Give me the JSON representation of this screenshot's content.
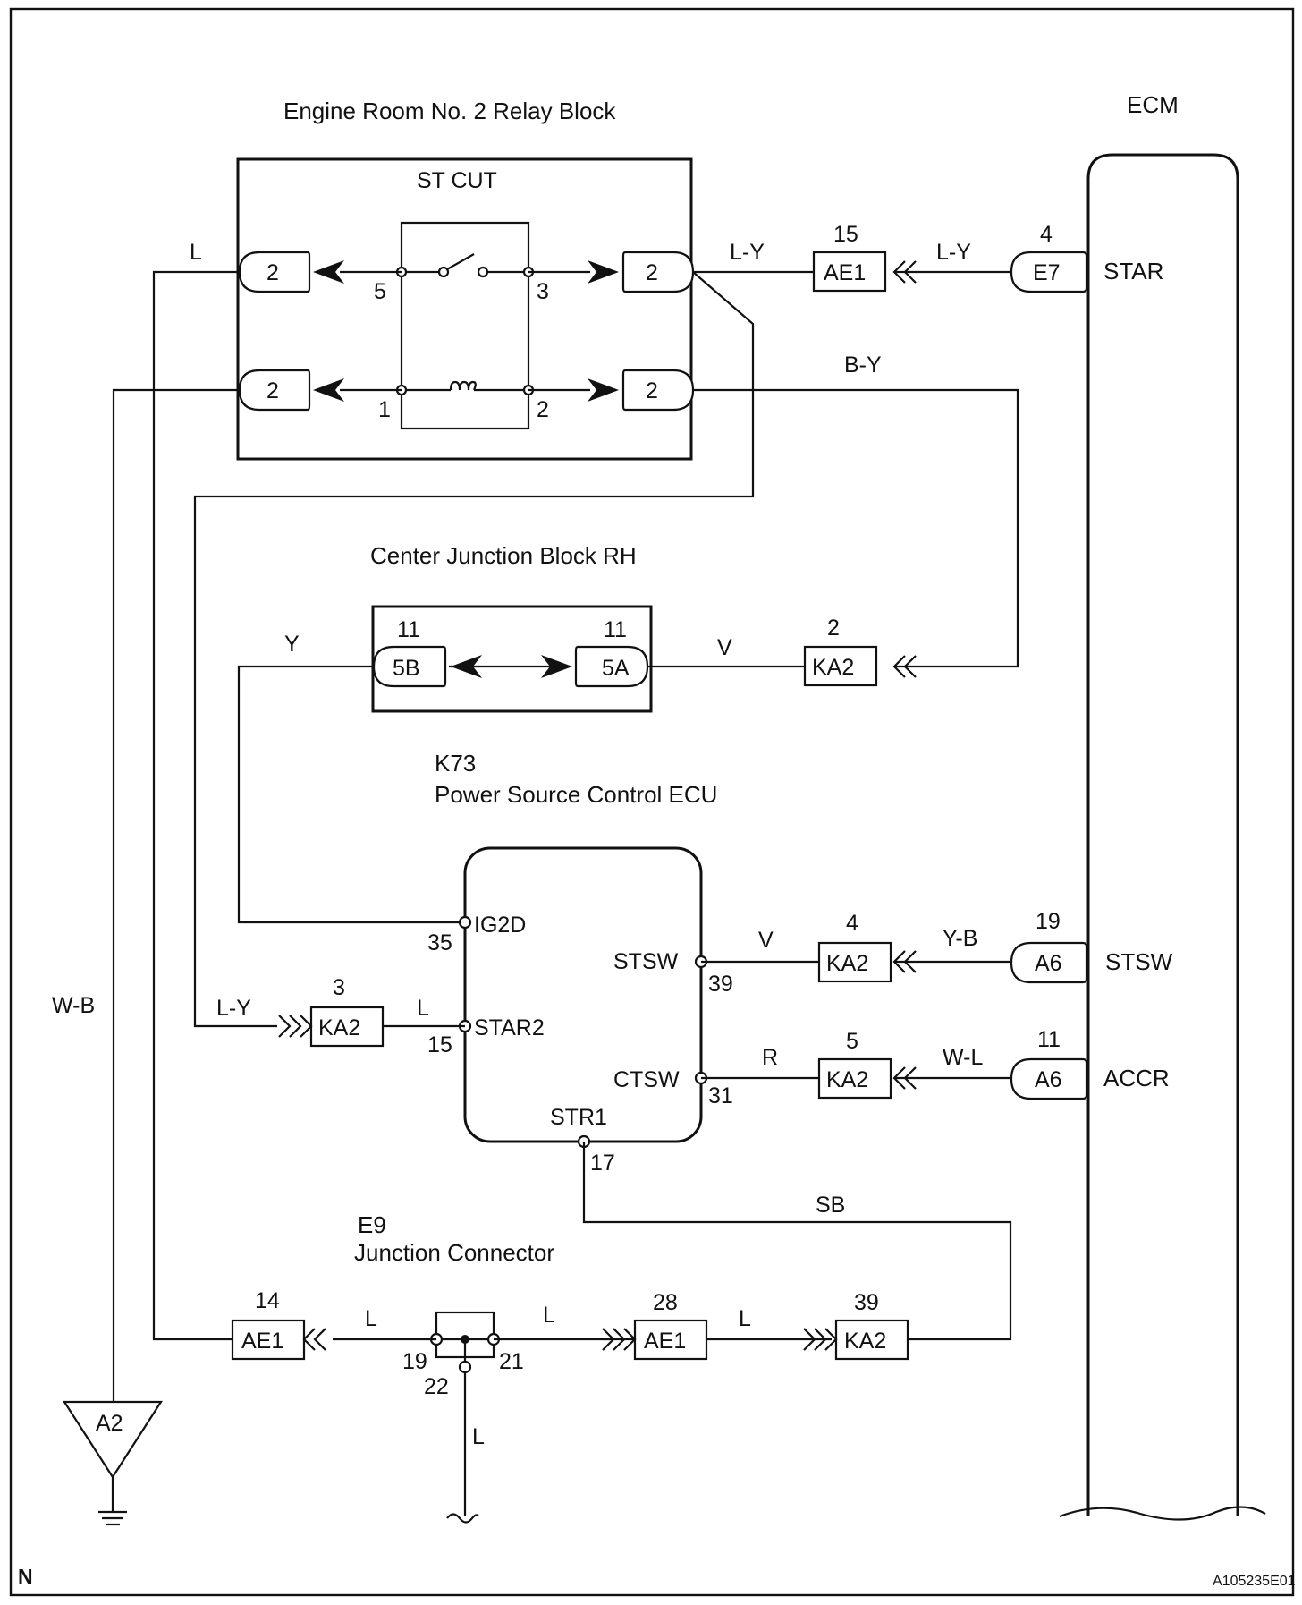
{
  "title_relay_block": "Engine Room No. 2 Relay Block",
  "title_ecm": "ECM",
  "title_st_cut": "ST CUT",
  "title_cjb": "Center Junction Block RH",
  "k73_code": "K73",
  "k73_name": "Power Source Control ECU",
  "e9_code": "E9",
  "e9_name": "Junction Connector",
  "relay_pins": {
    "p5": "5",
    "p3": "3",
    "p1": "1",
    "p2": "2"
  },
  "relay_connectors": {
    "tl": "2",
    "tr": "2",
    "bl": "2",
    "br": "2"
  },
  "wire_colors": {
    "l_top": "L",
    "ly_1": "L-Y",
    "ly_2": "L-Y",
    "by": "B-Y",
    "y": "Y",
    "v_cjb": "V",
    "v_stsw": "V",
    "yb": "Y-B",
    "r": "R",
    "wl": "W-L",
    "ly_star2": "L-Y",
    "l_star2": "L",
    "sb": "SB",
    "wb": "W-B",
    "l_ae1_left": "L",
    "l_mid": "L",
    "l_ae1_right": "L",
    "l_bottom": "L"
  },
  "connectors": {
    "ae1_15": {
      "name": "AE1",
      "pin": "15"
    },
    "e7_4": {
      "name": "E7",
      "pin": "4"
    },
    "ka2_2": {
      "name": "KA2",
      "pin": "2"
    },
    "cjb_5b": {
      "name": "5B",
      "pin": "11"
    },
    "cjb_5a": {
      "name": "5A",
      "pin": "11"
    },
    "ka2_4": {
      "name": "KA2",
      "pin": "4"
    },
    "a6_19": {
      "name": "A6",
      "pin": "19"
    },
    "ka2_5": {
      "name": "KA2",
      "pin": "5"
    },
    "a6_11": {
      "name": "A6",
      "pin": "11"
    },
    "ka2_3": {
      "name": "KA2",
      "pin": "3"
    },
    "ae1_14": {
      "name": "AE1",
      "pin": "14"
    },
    "ae1_28": {
      "name": "AE1",
      "pin": "28"
    },
    "ka2_39": {
      "name": "KA2",
      "pin": "39"
    }
  },
  "ecm_terminals": {
    "star": "STAR",
    "stsw": "STSW",
    "accr": "ACCR"
  },
  "k73_terminals": {
    "ig2d": "IG2D",
    "ig2d_pin": "35",
    "star2": "STAR2",
    "star2_pin": "15",
    "stsw": "STSW",
    "stsw_pin": "39",
    "ctsw": "CTSW",
    "ctsw_pin": "31",
    "str1": "STR1",
    "str1_pin": "17"
  },
  "e9_pins": {
    "p19": "19",
    "p21": "21",
    "p22": "22"
  },
  "ground": {
    "label": "A2"
  },
  "footer": {
    "corner_mark": "N",
    "figure_code": "A105235E01"
  }
}
